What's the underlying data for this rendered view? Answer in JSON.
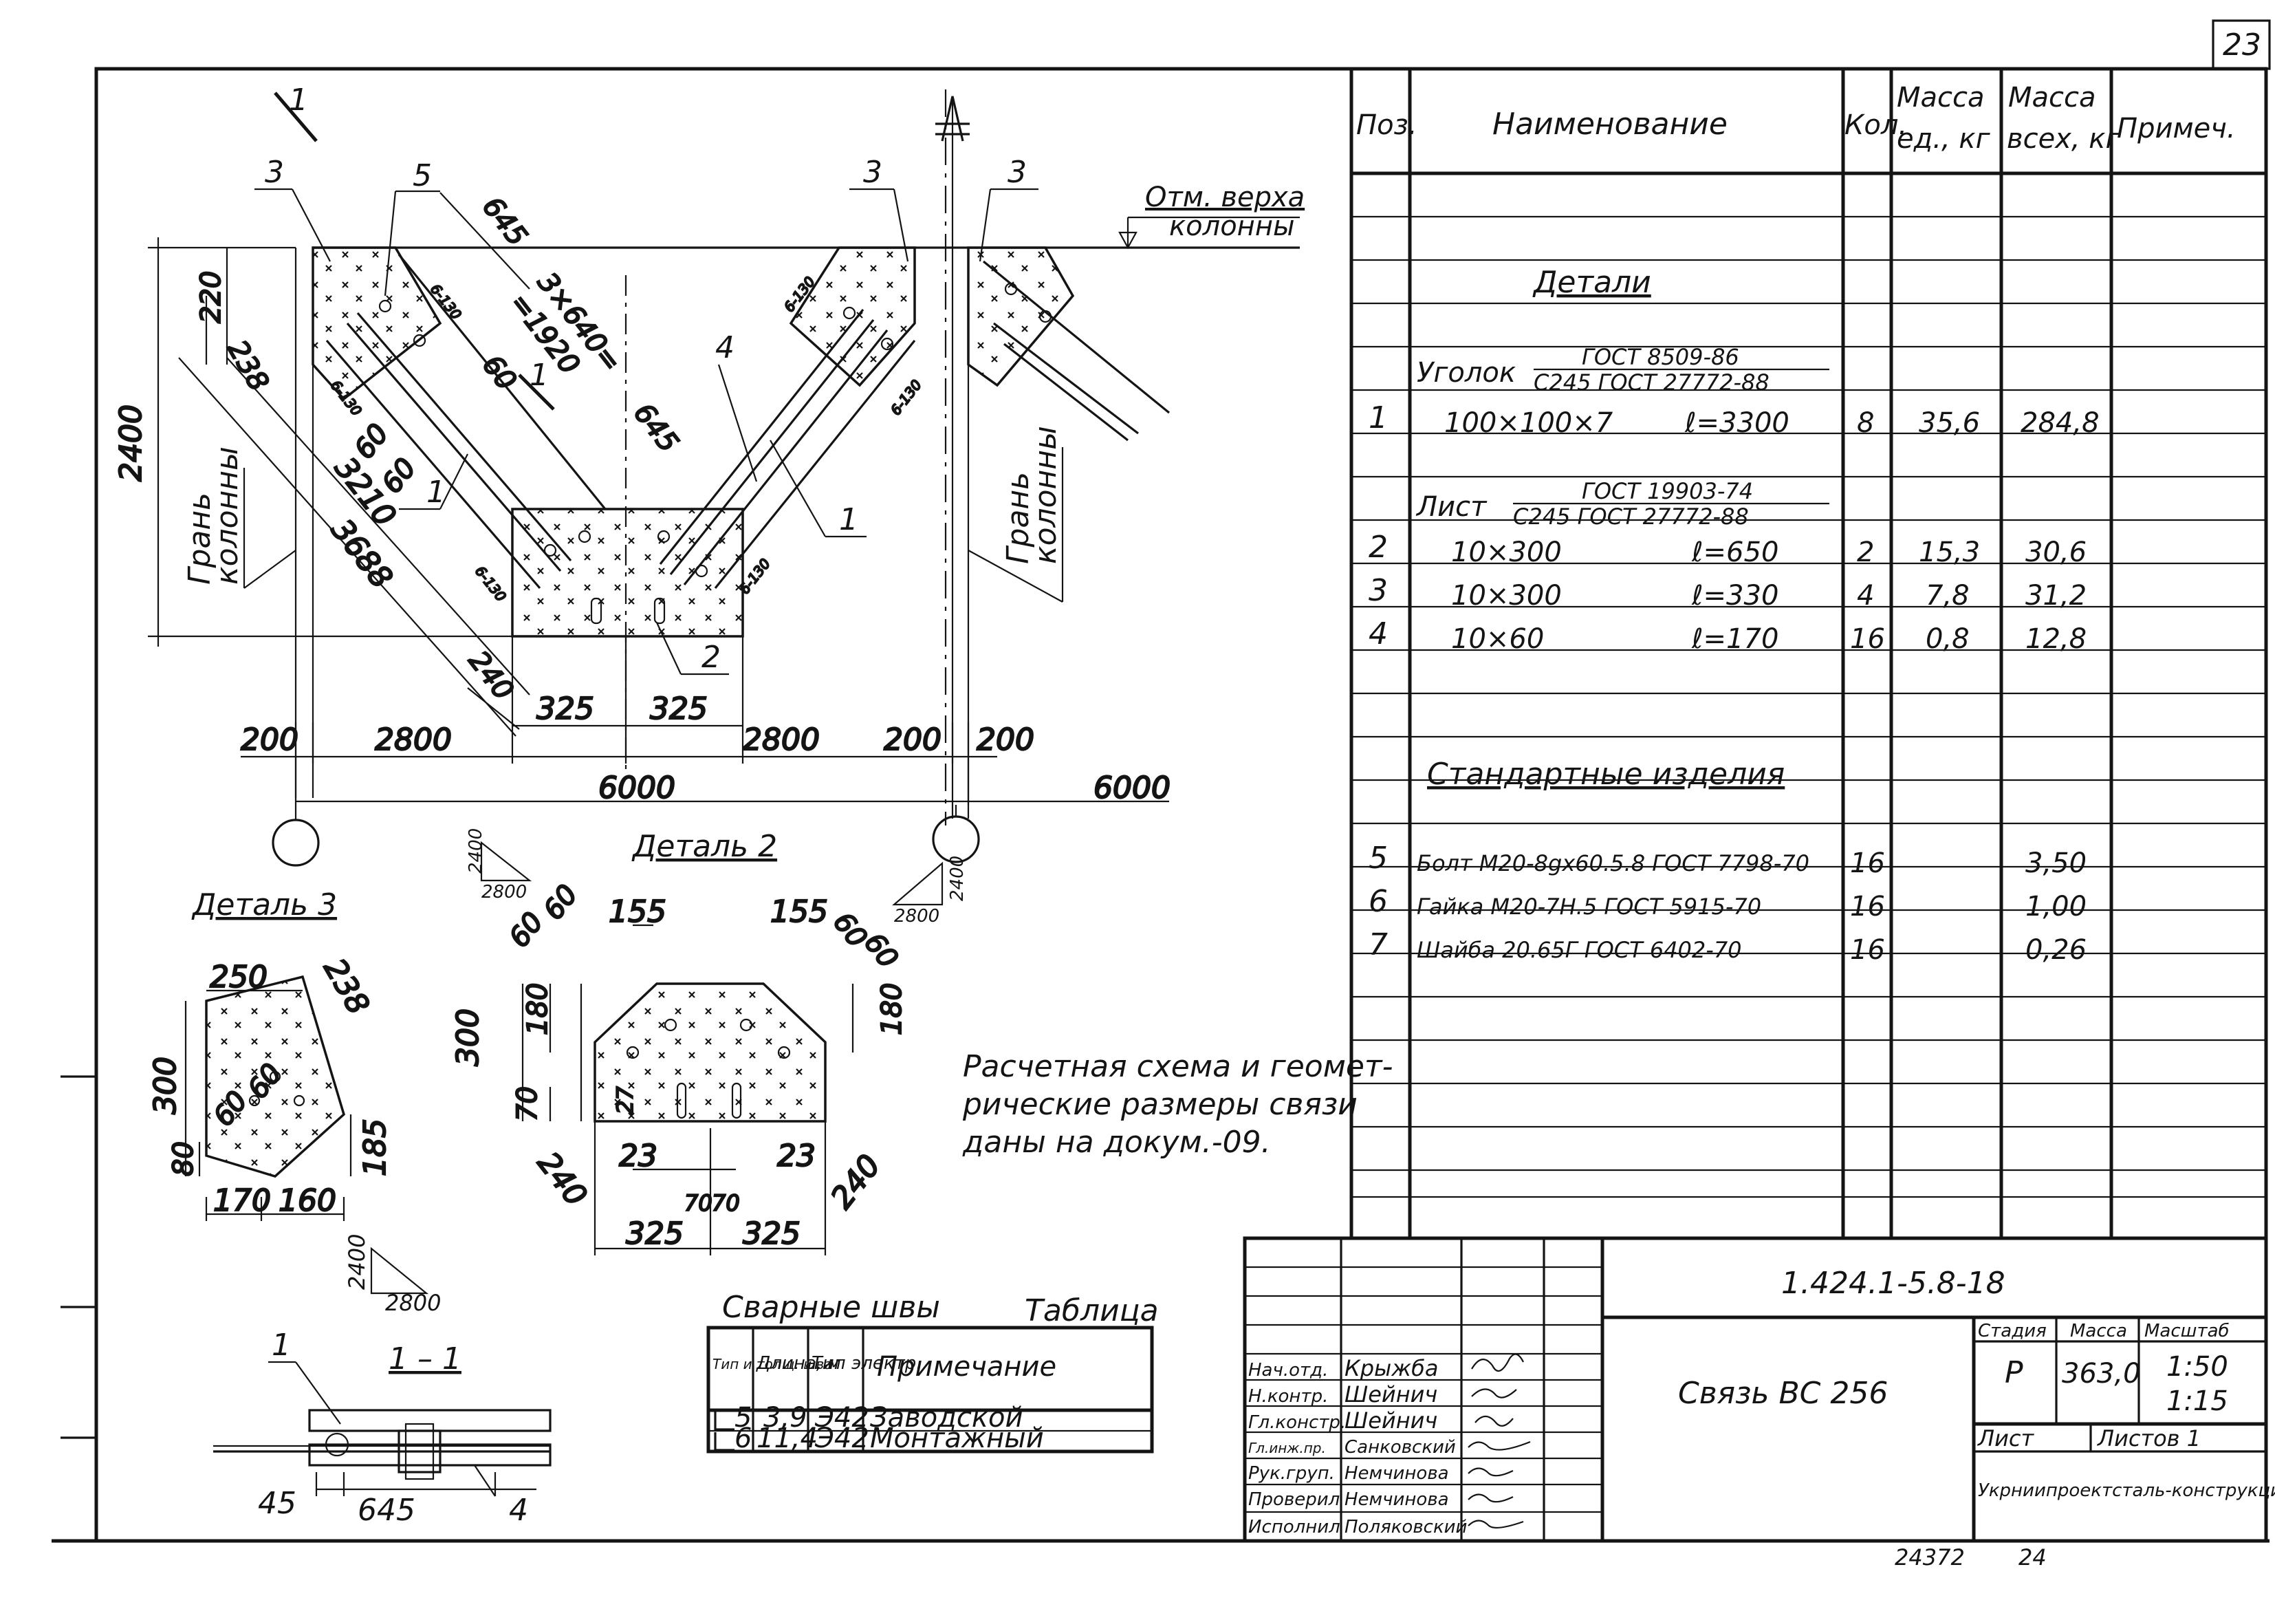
{
  "sheet": {
    "page_number": "23",
    "doc_code": "1.424.1-5.8-18",
    "title": "Связь ВС 256",
    "stage_label": "Стадия",
    "mass_label": "Масса",
    "scale_label": "Масштаб",
    "stage": "Р",
    "mass": "363,0",
    "scale_1": "1:50",
    "scale_2": "1:15",
    "sheet_label": "Лист",
    "sheets_label": "Листов 1",
    "org": "Укрниипроектсталь-конструкция",
    "archive_no": "24372",
    "archive_sheet": "24"
  },
  "signatures": [
    {
      "role": "Нач.отд.",
      "name": "Крыжба"
    },
    {
      "role": "Н.контр.",
      "name": "Шейнич"
    },
    {
      "role": "Гл.констр.",
      "name": "Шейнич"
    },
    {
      "role": "Гл.инж.пр.",
      "name": "Санковский"
    },
    {
      "role": "Рук.груп.",
      "name": "Немчинова"
    },
    {
      "role": "Проверил",
      "name": "Немчинова"
    },
    {
      "role": "Исполнил",
      "name": "Поляковский"
    }
  ],
  "spec": {
    "headers": {
      "pos": "Поз.",
      "name": "Наименование",
      "qty": "Кол.",
      "mass_unit": "Масса ед., кг",
      "mass_total": "Масса всех, кг",
      "note": "Примеч."
    },
    "section_details": "Детали",
    "angle_name": "Уголок",
    "angle_std_1": "ГОСТ 8509-86",
    "angle_std_2": "С245 ГОСТ 27772-88",
    "sheet_name": "Лист",
    "sheet_std_1": "ГОСТ 19903-74",
    "sheet_std_2": "С245 ГОСТ 27772-88",
    "section_std": "Стандартные изделия",
    "rows_details": [
      {
        "pos": "1",
        "name": "100×100×7",
        "len": "ℓ=3300",
        "qty": "8",
        "mass_unit": "35,6",
        "mass_total": "284,8"
      },
      {
        "pos": "2",
        "name": "10×300",
        "len": "ℓ=650",
        "qty": "2",
        "mass_unit": "15,3",
        "mass_total": "30,6"
      },
      {
        "pos": "3",
        "name": "10×300",
        "len": "ℓ=330",
        "qty": "4",
        "mass_unit": "7,8",
        "mass_total": "31,2"
      },
      {
        "pos": "4",
        "name": "10×60",
        "len": "ℓ=170",
        "qty": "16",
        "mass_unit": "0,8",
        "mass_total": "12,8"
      }
    ],
    "rows_std": [
      {
        "pos": "5",
        "name": "Болт М20-8gx60.5.8 ГОСТ 7798-70",
        "qty": "16",
        "mass_total": "3,50"
      },
      {
        "pos": "6",
        "name": "Гайка М20-7Н.5 ГОСТ 5915-70",
        "qty": "16",
        "mass_total": "1,00"
      },
      {
        "pos": "7",
        "name": "Шайба 20.65Г ГОСТ 6402-70",
        "qty": "16",
        "mass_total": "0,26"
      }
    ]
  },
  "welds": {
    "title": "Сварные швы",
    "table_word": "Таблица",
    "h_type": "Тип и толщ. шва",
    "h_len": "Длина, м",
    "h_el": "Тип электр.",
    "h_note": "Примечание",
    "rows": [
      {
        "type": "5",
        "len": "3,9",
        "el": "Э42",
        "note": "Заводской"
      },
      {
        "type": "6",
        "len": "11,4",
        "el": "Э42",
        "note": "Монтажный"
      }
    ]
  },
  "note": {
    "line1": "Расчетная схема и геомет-",
    "line2": "рические размеры связи",
    "line3": "даны на докум.-09."
  },
  "drawing": {
    "label_column_top": "Отм. верха",
    "label_column_top_2": "колонны",
    "label_face": "Грань",
    "label_face_2": "колонны",
    "section_mark": "1",
    "detail2_title": "Деталь 2",
    "detail3_title": "Деталь 3",
    "section_title": "1 – 1",
    "slope_2400": "2400",
    "slope_2800": "2800",
    "dims": {
      "d6000a": "6000",
      "d6000b": "6000",
      "d200": "200",
      "d2800": "2800",
      "d325": "325",
      "d2400": "2400",
      "d220": "220",
      "d238": "238",
      "d645": "645",
      "d3x640": "3×640=",
      "d1920": "=1920",
      "d60": "60",
      "d3210": "3210",
      "d3688": "3688",
      "d240": "240",
      "d250": "250",
      "d300": "300",
      "d80": "80",
      "d170": "170",
      "d160": "160",
      "d185": "185",
      "d155": "155",
      "d180": "180",
      "d70": "70",
      "d27": "27",
      "d23": "23",
      "d45": "45",
      "d6130": "6-130"
    },
    "callouts": {
      "p1": "1",
      "p2": "2",
      "p3": "3",
      "p4": "4",
      "p5": "5"
    }
  }
}
